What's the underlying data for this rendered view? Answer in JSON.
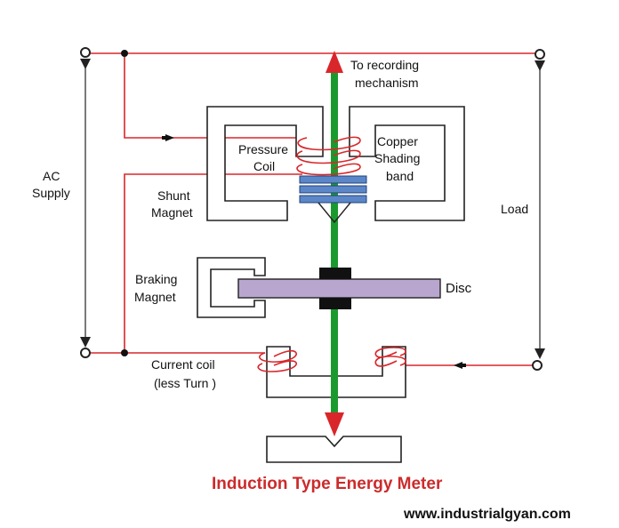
{
  "diagram": {
    "labels": {
      "to_recording_line1": "To recording",
      "to_recording_line2": "mechanism",
      "pressure_coil_line1": "Pressure",
      "pressure_coil_line2": "Coil",
      "copper_line1": "Copper",
      "copper_line2": "Shading",
      "copper_line3": "band",
      "shunt_line1": "Shunt",
      "shunt_line2": "Magnet",
      "ac_line1": "AC",
      "ac_line2": "Supply",
      "load": "Load",
      "braking_line1": "Braking",
      "braking_line2": "Magnet",
      "disc": "Disc",
      "current_coil_line1": "Current coil",
      "current_coil_line2": "(less Turn )"
    },
    "caption": "Induction Type Energy Meter",
    "website": "www.industrialgyan.com"
  },
  "colors": {
    "wire": "#d9262b",
    "shaft": "#1a9a2e",
    "disc_fill": "#b8a6cf",
    "shading_band": "#5b86c8",
    "caption": "#cc2b2b",
    "core": "#222222"
  }
}
